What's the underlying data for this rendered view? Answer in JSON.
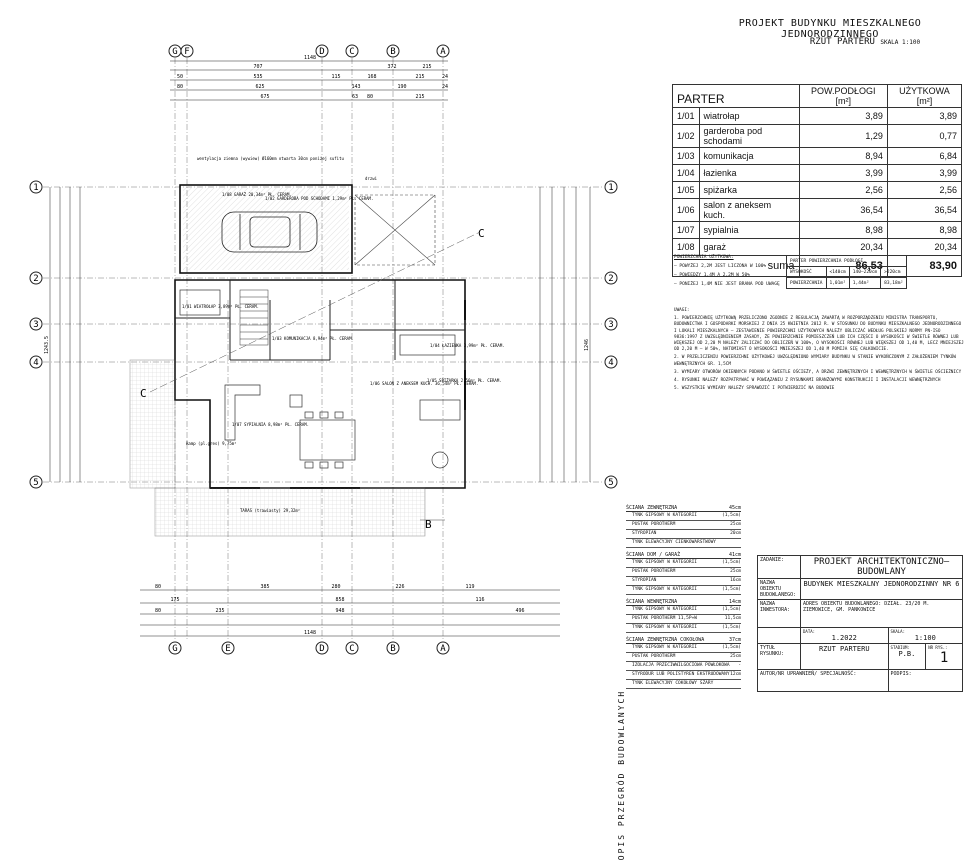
{
  "header": {
    "project_title": "PROJEKT BUDYNKU MIESZKALNEGO JEDNORODZINNEGO",
    "sheet_title": "RZUT PARTERU",
    "scale_label": "SKALA 1:100"
  },
  "axes": {
    "top": [
      "G",
      "F",
      "D",
      "C",
      "B",
      "A"
    ],
    "bottom": [
      "G",
      "E",
      "D",
      "C",
      "B",
      "A"
    ],
    "left": [
      "1",
      "2",
      "3",
      "4",
      "5"
    ],
    "right": [
      "1",
      "2",
      "3",
      "4",
      "5"
    ]
  },
  "dimensions": {
    "top_row1": [
      "707",
      "372",
      "215"
    ],
    "top_row2": [
      "50",
      "535",
      "115",
      "168",
      "215",
      "24"
    ],
    "top_row3": [
      "80",
      "625",
      "143",
      "190",
      "24"
    ],
    "top_row4": [
      "675",
      "63",
      "80",
      "215"
    ],
    "top_total": "1148",
    "bottom_row1": [
      "80",
      "385",
      "280",
      "226",
      "119"
    ],
    "bottom_row2": [
      "175",
      "858",
      "116"
    ],
    "bottom_row3": [
      "80",
      "235",
      "948",
      "496"
    ],
    "bottom_total": "1148",
    "left_total": "1243.5",
    "right_total": "1246"
  },
  "plan_labels": {
    "garage": "1/08 GARAŻ 20,34m² PŁ. CERAM.",
    "vestibule": "1/01 WIATROŁAP 3,89m² PŁ. CERAM.",
    "wardrobe": "1/02 GARDEROBA POD SCHODAMI 1,29m² PŁ. CERAM.",
    "pantry": "1/05 SPIŻARKA 2,56m² PŁ. CERAM.",
    "bathroom": "1/04 ŁAZIENKA 3,99m² PŁ. CERAM.",
    "bedroom": "1/07 SYPIALNIA 8,98m² PŁ. CERAM.",
    "communication": "1/03 KOMUNIKACJA 8,94m² PŁ. CERAM.",
    "salon": "1/06 SALON Z ANEKSEM KUCH. 36,54m² PŁ. CERAM.",
    "taras": "TARAS (trawiasty) 29,32m²",
    "ramp": "Ramp (pl.gres) 9,75m²",
    "section_c": "C",
    "section_b": "B",
    "vent_note": "wentylacja ziemna (wywiew) Ø160mm otwarta 30cm poniżej sufitu",
    "door_label": "drzwi"
  },
  "room_table": {
    "title": "PARTER",
    "col_area": "POW.PODŁOGI [m²]",
    "col_usable": "UŻYTKOWA [m²]",
    "rows": [
      {
        "no": "1/01",
        "name": "wiatrołap",
        "area": "3,89",
        "usable": "3,89"
      },
      {
        "no": "1/02",
        "name": "garderoba pod schodami",
        "area": "1,29",
        "usable": "0,77"
      },
      {
        "no": "1/03",
        "name": "komunikacja",
        "area": "8,94",
        "usable": "6,84"
      },
      {
        "no": "1/04",
        "name": "łazienka",
        "area": "3,99",
        "usable": "3,99"
      },
      {
        "no": "1/05",
        "name": "spiżarka",
        "area": "2,56",
        "usable": "2,56"
      },
      {
        "no": "1/06",
        "name": "salon z aneksem kuch.",
        "area": "36,54",
        "usable": "36,54"
      },
      {
        "no": "1/07",
        "name": "sypialnia",
        "area": "8,98",
        "usable": "8,98"
      },
      {
        "no": "1/08",
        "name": "garaż",
        "area": "20,34",
        "usable": "20,34"
      }
    ],
    "sum_label": "suma",
    "sum_area": "86,53",
    "sum_usable": "83,90"
  },
  "usable_notes": {
    "title": "POWIERZCHNIA UŻYTKOWA:",
    "lines": [
      "– POWYŻEJ 2,2M JEST LICZONA W 100%",
      "– POWIĘDZY 1,4M A 2,2M W 50%",
      "– PONIŻEJ 1,4M NIE JEST BRANA POD UWAGĘ"
    ]
  },
  "height_table": {
    "title": "PARTER POWIERZCHNIA PODŁOGI",
    "row1": [
      "WYSOKOŚĆ",
      "<140cm",
      "140–220cm",
      ">220cm"
    ],
    "row2": [
      "POWIERZCHNIA",
      "1,01m²",
      "1,44m²",
      "83,18m²"
    ]
  },
  "notes": {
    "title": "UWAGI:",
    "items": [
      "1. POWIERZCHNIĘ UŻYTKOWĄ PRZELICZONO ZGODNIE Z REGULACJĄ ZAWARTĄ W ROZPORZĄDZENIU MINISTRA TRANSPORTU, BUDOWNICTWA I GOSPODARKI MORSKIEJ Z DNIA 25 KWIETNIA 2012 R. W STOSUNKU DO BUDYNKU MIESZKALNEGO JEDNORODZINNEGO I LOKALI MIESZKALNYCH – ZESTAWIENIE POWIERZCHNI UŻYTKOWYCH NALEŻY OBLICZAĆ WEDŁUG POLSKIEJ NORMY PN-ISO 9836:1997 Z UWZGLĘDNIENIEM ZASADY, ŻE POWIERZCHNIE POMIESZCZEŃ LUB ICH CZĘŚCI O WYSOKOŚCI W ŚWIETLE RÓWNEJ LUB WIĘKSZEJ OD 2,20 M NALEŻY ZALICZAĆ DO OBLICZEŃ W 100%, O WYSOKOŚCI RÓWNEJ LUB WIĘKSZEJ OD 1,40 M, LECZ MNIEJSZEJ OD 2,20 M – W 50%, NATOMIAST O WYSOKOŚCI MNIEJSZEJ OD 1,40 M POMIJA SIĘ CAŁKOWICIE.",
      "2. W PRZELICZENIU POWIERZCHNI UŻYTKOWEJ UWZGLĘDNIONO WYMIARY BUDYNKU W STANIE WYKOŃCZONYM Z ZAŁOŻENIEM TYNKÓW WEWNĘTRZNYCH GR. 1,5CM",
      "3. WYMIARY OTWORÓW OKIENNYCH PODANO W ŚWIETLE OŚCIEŻY, A DRZWI ZEWNĘTRZNYCH I WEWNĘTRZNYCH W ŚWIETLE OŚCIEŻNICY",
      "4. RYSUNKI NALEŻY ROZPATRYWAĆ W POWIĄZANIU Z RYSUNKAMI BRANŻOWYMI KONSTRUKCJI I INSTALACJI WEWNĘTRZNYCH",
      "5. WSZYSTKIE WYMIARY NALEŻY SPRAWDZIĆ I POTWIERDZIĆ NA BUDOWIE"
    ]
  },
  "wall_layers": [
    {
      "title": "ŚCIANA ZEWNĘTRZNA",
      "total": "45cm",
      "rows": [
        [
          "TYNK GIPSOWY W KATEGORII",
          "(1,5cm)"
        ],
        [
          "PUSTAK POROTHERM",
          "25cm"
        ],
        [
          "STYROPIAN",
          "20cm"
        ],
        [
          "TYNK ELEWACYJNY CIENKOWARSTWOWY",
          ""
        ]
      ]
    },
    {
      "title": "ŚCIANA DOM / GARAŻ",
      "total": "41cm",
      "rows": [
        [
          "TYNK GIPSOWY W KATEGORII",
          "(1,5cm)"
        ],
        [
          "PUSTAK POROTHERM",
          "25cm"
        ],
        [
          "STYROPIAN",
          "16cm"
        ],
        [
          "TYNK GIPSOWY W KATEGORII",
          "(1,5cm)"
        ]
      ]
    },
    {
      "title": "ŚCIANA WEWNĘTRZNA",
      "total": "14cm",
      "rows": [
        [
          "TYNK GIPSOWY W KATEGORII",
          "(1,5cm)"
        ],
        [
          "PUSTAK POROTHERM 11,5P+W",
          "11,5cm"
        ],
        [
          "TYNK GIPSOWY W KATEGORII",
          "(1,5cm)"
        ]
      ]
    },
    {
      "title": "ŚCIANA ZEWNĘTRZNA COKOŁOWA",
      "total": "37cm",
      "rows": [
        [
          "TYNK GIPSOWY W KATEGORII",
          "(1,5cm)"
        ],
        [
          "PUSTAK POROTHERM",
          "25cm"
        ],
        [
          "IZOLACJA PRZECIWWILGOCIOWA POWŁOKOWA",
          "-"
        ],
        [
          "STYRODUR LUB POLISTYREN EKSTRUDOWANY",
          "12cm"
        ],
        [
          "TYNK ELEWACYJNY COKOŁOWY SZARY",
          ""
        ]
      ]
    }
  ],
  "opis_label": "OPIS PRZEGRÓD BUDOWLANYCH",
  "title_block": {
    "zadanie_label": "ZADANIE:",
    "zadanie": "PROJEKT ARCHITEKTONICZNO–BUDOWLANY",
    "object_label": "NAZWA OBIEKTU BUDOWLANEGO:",
    "object": "BUDYNEK MIESZKALNY JEDNORODZINNY NR 6",
    "investor_label": "NAZWA INWESTORA:",
    "address": "ADRES OBIEKTU BUDOWLANEGO: DZIAŁ. 23/20 M. ZIEMOWICE, GM. PANKOWICE",
    "data_label": "DATA:",
    "date": "1.2022",
    "skala_label": "SKALA:",
    "scale": "1:100",
    "sheet_label": "TYTUŁ RYSUNKU:",
    "sheet": "RZUT PARTERU",
    "stadium_label": "STADIUM:",
    "stadium": "P.B.",
    "nr_label": "NR RYS.:",
    "nr": "1",
    "author_label": "AUTOR/NR UPRAWNIEŃ/ SPECJALNOŚĆ:",
    "podpis_label": "PODPIS:"
  }
}
